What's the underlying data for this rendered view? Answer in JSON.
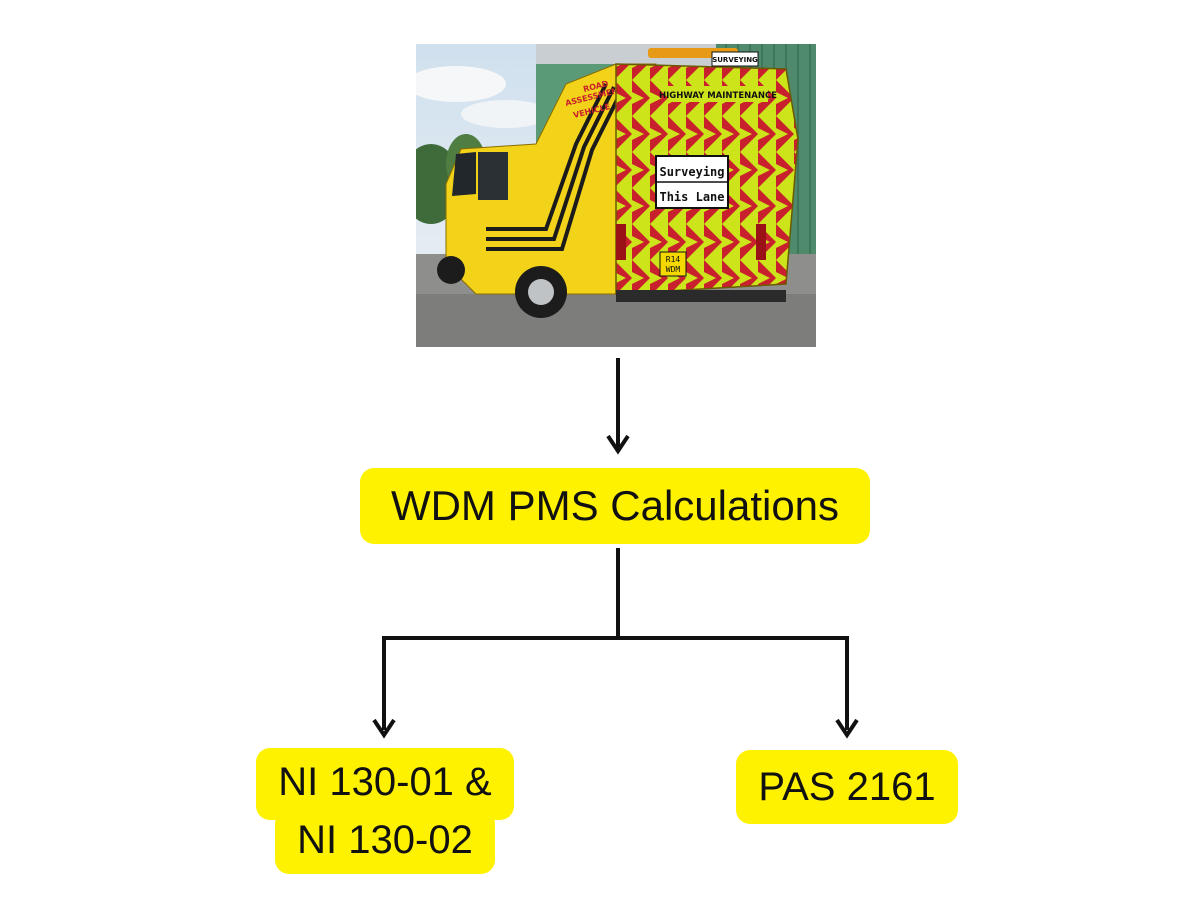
{
  "diagram": {
    "photo": {
      "subject": "yellow road assessment survey vehicle",
      "texts": {
        "roof_sign": "SURVEYING",
        "side_line1": "ROAD",
        "side_line2": "ASSESSMENT",
        "side_line3": "VEHICLE",
        "rear_banner": "HIGHWAY MAINTENANCE",
        "rear_sign_line1": "Surveying",
        "rear_sign_line2": "This Lane",
        "plate_line1": "R14",
        "plate_line2": "WDM"
      }
    },
    "main_node": {
      "label": "WDM PMS Calculations"
    },
    "left_node": {
      "line1": "NI 130-01 &",
      "line2": "NI 130-02"
    },
    "right_node": {
      "label": "PAS 2161"
    },
    "colors": {
      "box_fill": "#fff200",
      "text": "#111111",
      "connector": "#111111",
      "vehicle_yellow": "#f3d21a",
      "chevron_red": "#c8202c",
      "chevron_lime": "#cde31a"
    }
  }
}
